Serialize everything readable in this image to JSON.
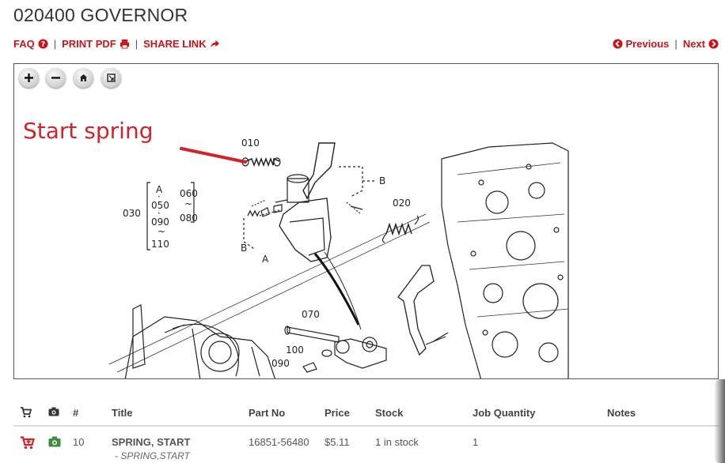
{
  "page": {
    "title": "020400 GOVERNOR"
  },
  "links": {
    "faq": "FAQ",
    "print_pdf": "PRINT PDF",
    "share_link": "SHARE LINK",
    "previous": "Previous",
    "next": "Next",
    "separator": "|"
  },
  "viewer": {
    "annotation_text": "Start spring",
    "annotation_color": "#d2232a",
    "controls": [
      "zoom-in-icon",
      "zoom-out-icon",
      "home-icon",
      "fullscreen-icon"
    ],
    "callouts": {
      "c010": "010",
      "c020": "020",
      "c030": "030",
      "c070": "070",
      "c090": "090",
      "c100": "100",
      "range_a1": "A",
      "range_050": "050",
      "range_090": "090",
      "range_110": "110",
      "range_060": "060",
      "range_080": "080",
      "dot": "·",
      "tilde": "~",
      "ref_a": "A",
      "ref_b": "B",
      "ref_b2": "B"
    }
  },
  "table": {
    "headers": {
      "num": "#",
      "title": "Title",
      "part_no": "Part No",
      "price": "Price",
      "stock": "Stock",
      "job_quantity": "Job Quantity",
      "notes": "Notes"
    },
    "rows": [
      {
        "num": "10",
        "title": "SPRING, START",
        "subtitle": "- SPRING,START",
        "part_no": "16851-56480",
        "price": "$5.11",
        "stock": "1 in stock",
        "job_quantity": "1",
        "notes": ""
      }
    ]
  },
  "colors": {
    "accent": "#c4161c",
    "cart_red": "#d2232a",
    "camera_green": "#3c8d40"
  }
}
